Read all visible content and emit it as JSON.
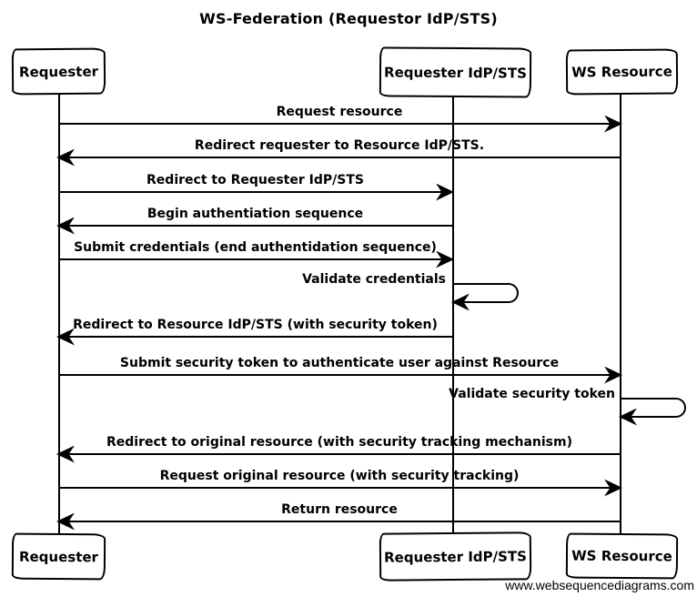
{
  "title": "WS-Federation (Requestor IdP/STS)",
  "watermark": "www.websequencediagrams.com",
  "colors": {
    "ink": "#000000",
    "background": "#ffffff"
  },
  "actors": [
    {
      "name": "Requester"
    },
    {
      "name": "Requester IdP/STS"
    },
    {
      "name": "WS Resource"
    }
  ],
  "messages": [
    {
      "from": "Requester",
      "to": "WS Resource",
      "direction": "right",
      "label": "Request resource"
    },
    {
      "from": "WS Resource",
      "to": "Requester",
      "direction": "left",
      "label": "Redirect requester to Resource IdP/STS."
    },
    {
      "from": "Requester",
      "to": "Requester IdP/STS",
      "direction": "right",
      "label": "Redirect to Requester IdP/STS"
    },
    {
      "from": "Requester IdP/STS",
      "to": "Requester",
      "direction": "left",
      "label": "Begin authentiation sequence"
    },
    {
      "from": "Requester",
      "to": "Requester IdP/STS",
      "direction": "right",
      "label": "Submit credentials (end authentidation sequence)"
    },
    {
      "from": "Requester IdP/STS",
      "to": "Requester IdP/STS",
      "direction": "self",
      "label": "Validate credentials"
    },
    {
      "from": "Requester IdP/STS",
      "to": "Requester",
      "direction": "left",
      "label": "Redirect to Resource IdP/STS (with security token)"
    },
    {
      "from": "Requester",
      "to": "WS Resource",
      "direction": "right",
      "label": "Submit security token to authenticate user against Resource"
    },
    {
      "from": "WS Resource",
      "to": "WS Resource",
      "direction": "self",
      "label": "Validate security token"
    },
    {
      "from": "WS Resource",
      "to": "Requester",
      "direction": "left",
      "label": "Redirect to original resource (with security tracking mechanism)"
    },
    {
      "from": "Requester",
      "to": "WS Resource",
      "direction": "right",
      "label": "Request original resource (with security tracking)"
    },
    {
      "from": "WS Resource",
      "to": "Requester",
      "direction": "left",
      "label": "Return resource"
    }
  ]
}
